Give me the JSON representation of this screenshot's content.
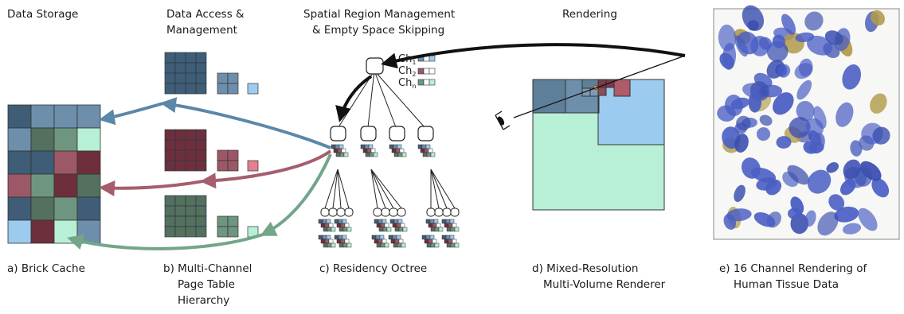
{
  "headers": {
    "storage": "Data Storage",
    "access_1": "Data Access &",
    "access_2": "Management",
    "spatial_1": "Spatial Region Management",
    "spatial_2": "& Empty Space Skipping",
    "rendering": "Rendering"
  },
  "captions": {
    "a": "a) Brick Cache",
    "b_1": "b) Multi-Channel",
    "b_2": "Page Table",
    "b_3": "Hierarchy",
    "c": "c) Residency Octree",
    "d_1": "d) Mixed-Resolution",
    "d_2": "Multi-Volume Renderer",
    "e_1": "e) 16 Channel Rendering of",
    "e_2": "Human Tissue Data"
  },
  "channel_legend": {
    "ch": "Ch",
    "subscripts": [
      "1",
      "2",
      "n"
    ]
  },
  "colors": {
    "blue_dark": "#3f5d76",
    "blue_mid": "#6d8fab",
    "blue_light": "#9ccbf0",
    "red_dark": "#6e2f3c",
    "red_mid": "#9c5866",
    "red_light": "#e37f90",
    "green_dark": "#54705e",
    "green_mid": "#6e9580",
    "green_light": "#b7f0d6",
    "arrow_blue": "#5b87a8",
    "arrow_red": "#a55e6e",
    "arrow_green": "#73a58a",
    "arrow_black": "#111111"
  }
}
